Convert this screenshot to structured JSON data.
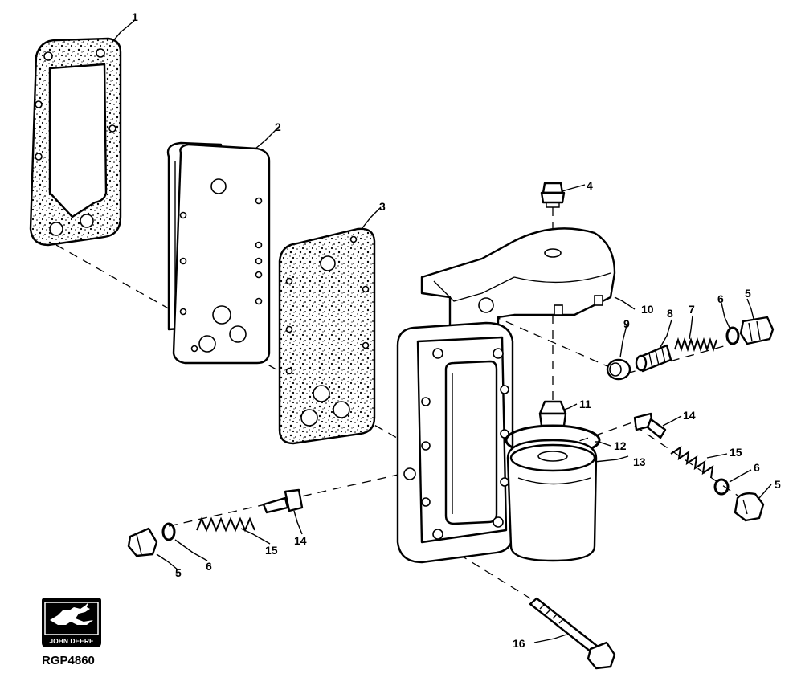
{
  "callouts": {
    "c1": "1",
    "c2": "2",
    "c3": "3",
    "c4": "4",
    "c5a": "5",
    "c5b": "5",
    "c5c": "5",
    "c6a": "6",
    "c6b": "6",
    "c6c": "6",
    "c7": "7",
    "c8": "8",
    "c9": "9",
    "c10": "10",
    "c11": "11",
    "c12": "12",
    "c13": "13",
    "c14a": "14",
    "c14b": "14",
    "c15a": "15",
    "c15b": "15",
    "c16": "16"
  },
  "logo": {
    "brand_text": "JOHN DEERE"
  },
  "reference_code": "RGP4860",
  "colors": {
    "ink": "#000000",
    "paper": "#ffffff"
  }
}
